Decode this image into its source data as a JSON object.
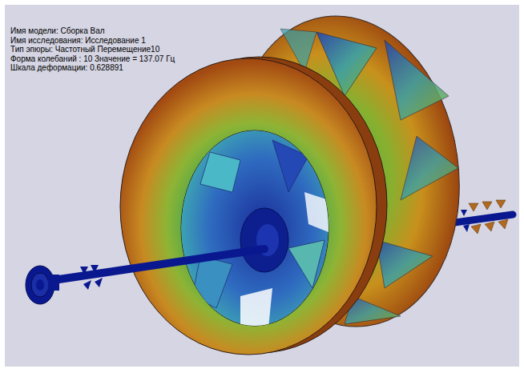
{
  "diagram": {
    "labels": [
      "Имя модели: Сборка Вал",
      "Имя исследования: Исследование 1",
      "Тип эпюры: Частотный Перемещение10",
      "Форма колебаний : 10  Значение =     137.07 Гц",
      "Шкала деформации: 0.628891"
    ]
  }
}
